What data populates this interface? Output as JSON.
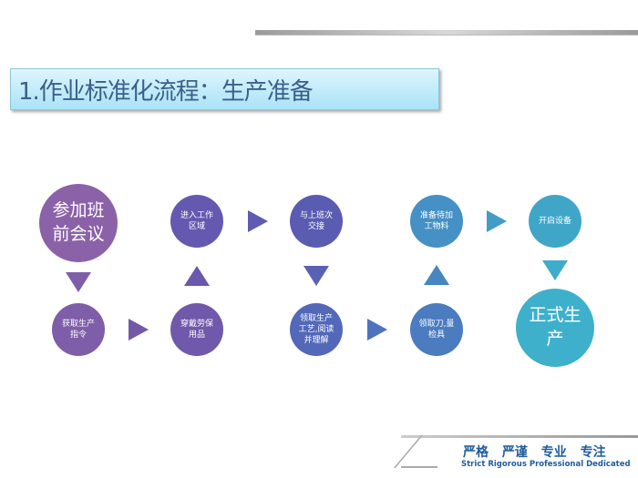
{
  "title": "1.作业标准化流程：生产准备",
  "steps": [
    {
      "label": "参加班前会议",
      "color": "#8b62a8"
    },
    {
      "label": "获取生产指令",
      "color": "#7e5ea8"
    },
    {
      "label": "穿戴劳保用品",
      "color": "#7058aa"
    },
    {
      "label": "进入工作区域",
      "color": "#6558b0"
    },
    {
      "label": "与上班次交接",
      "color": "#5a5cb2"
    },
    {
      "label": "领取生产工艺,阅读并理解",
      "color": "#5368b8"
    },
    {
      "label": "领取刀,量检具",
      "color": "#4a7cbf"
    },
    {
      "label": "准备待加工物料",
      "color": "#4590c4"
    },
    {
      "label": "开启设备",
      "color": "#3fa6c8"
    },
    {
      "label": "正式生产",
      "color": "#3eb0cb"
    }
  ],
  "footer": {
    "slogan_cn": "严格 严谨 专业 专注",
    "slogan_en": "Strict Rigorous Professional Dedicated"
  }
}
